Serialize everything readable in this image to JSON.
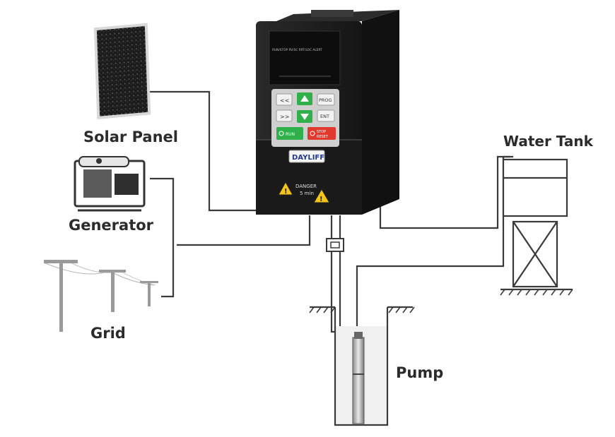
{
  "labels": {
    "solar_panel": "Solar Panel",
    "generator": "Generator",
    "grid": "Grid",
    "water_tank": "Water Tank",
    "pump": "Pump"
  },
  "drive": {
    "brand": "DAYLIFF",
    "leds": "RUN/STOP  RV/SC  RRT/LOC  ALERT",
    "warning": "DANGER",
    "warning_time": "5 min",
    "keys": {
      "left": "<<",
      "right": ">>",
      "prog": "PROG",
      "ent": "ENT",
      "run": "RUN",
      "stop": "STOP",
      "reset": "RESET"
    }
  },
  "colors": {
    "wire": "#3a3a3a",
    "drive_body": "#1f1f1f",
    "key_green": "#2fb04a",
    "key_red": "#e03a2f",
    "warn_yellow": "#f4c518",
    "label_text": "#2b2b2b"
  }
}
